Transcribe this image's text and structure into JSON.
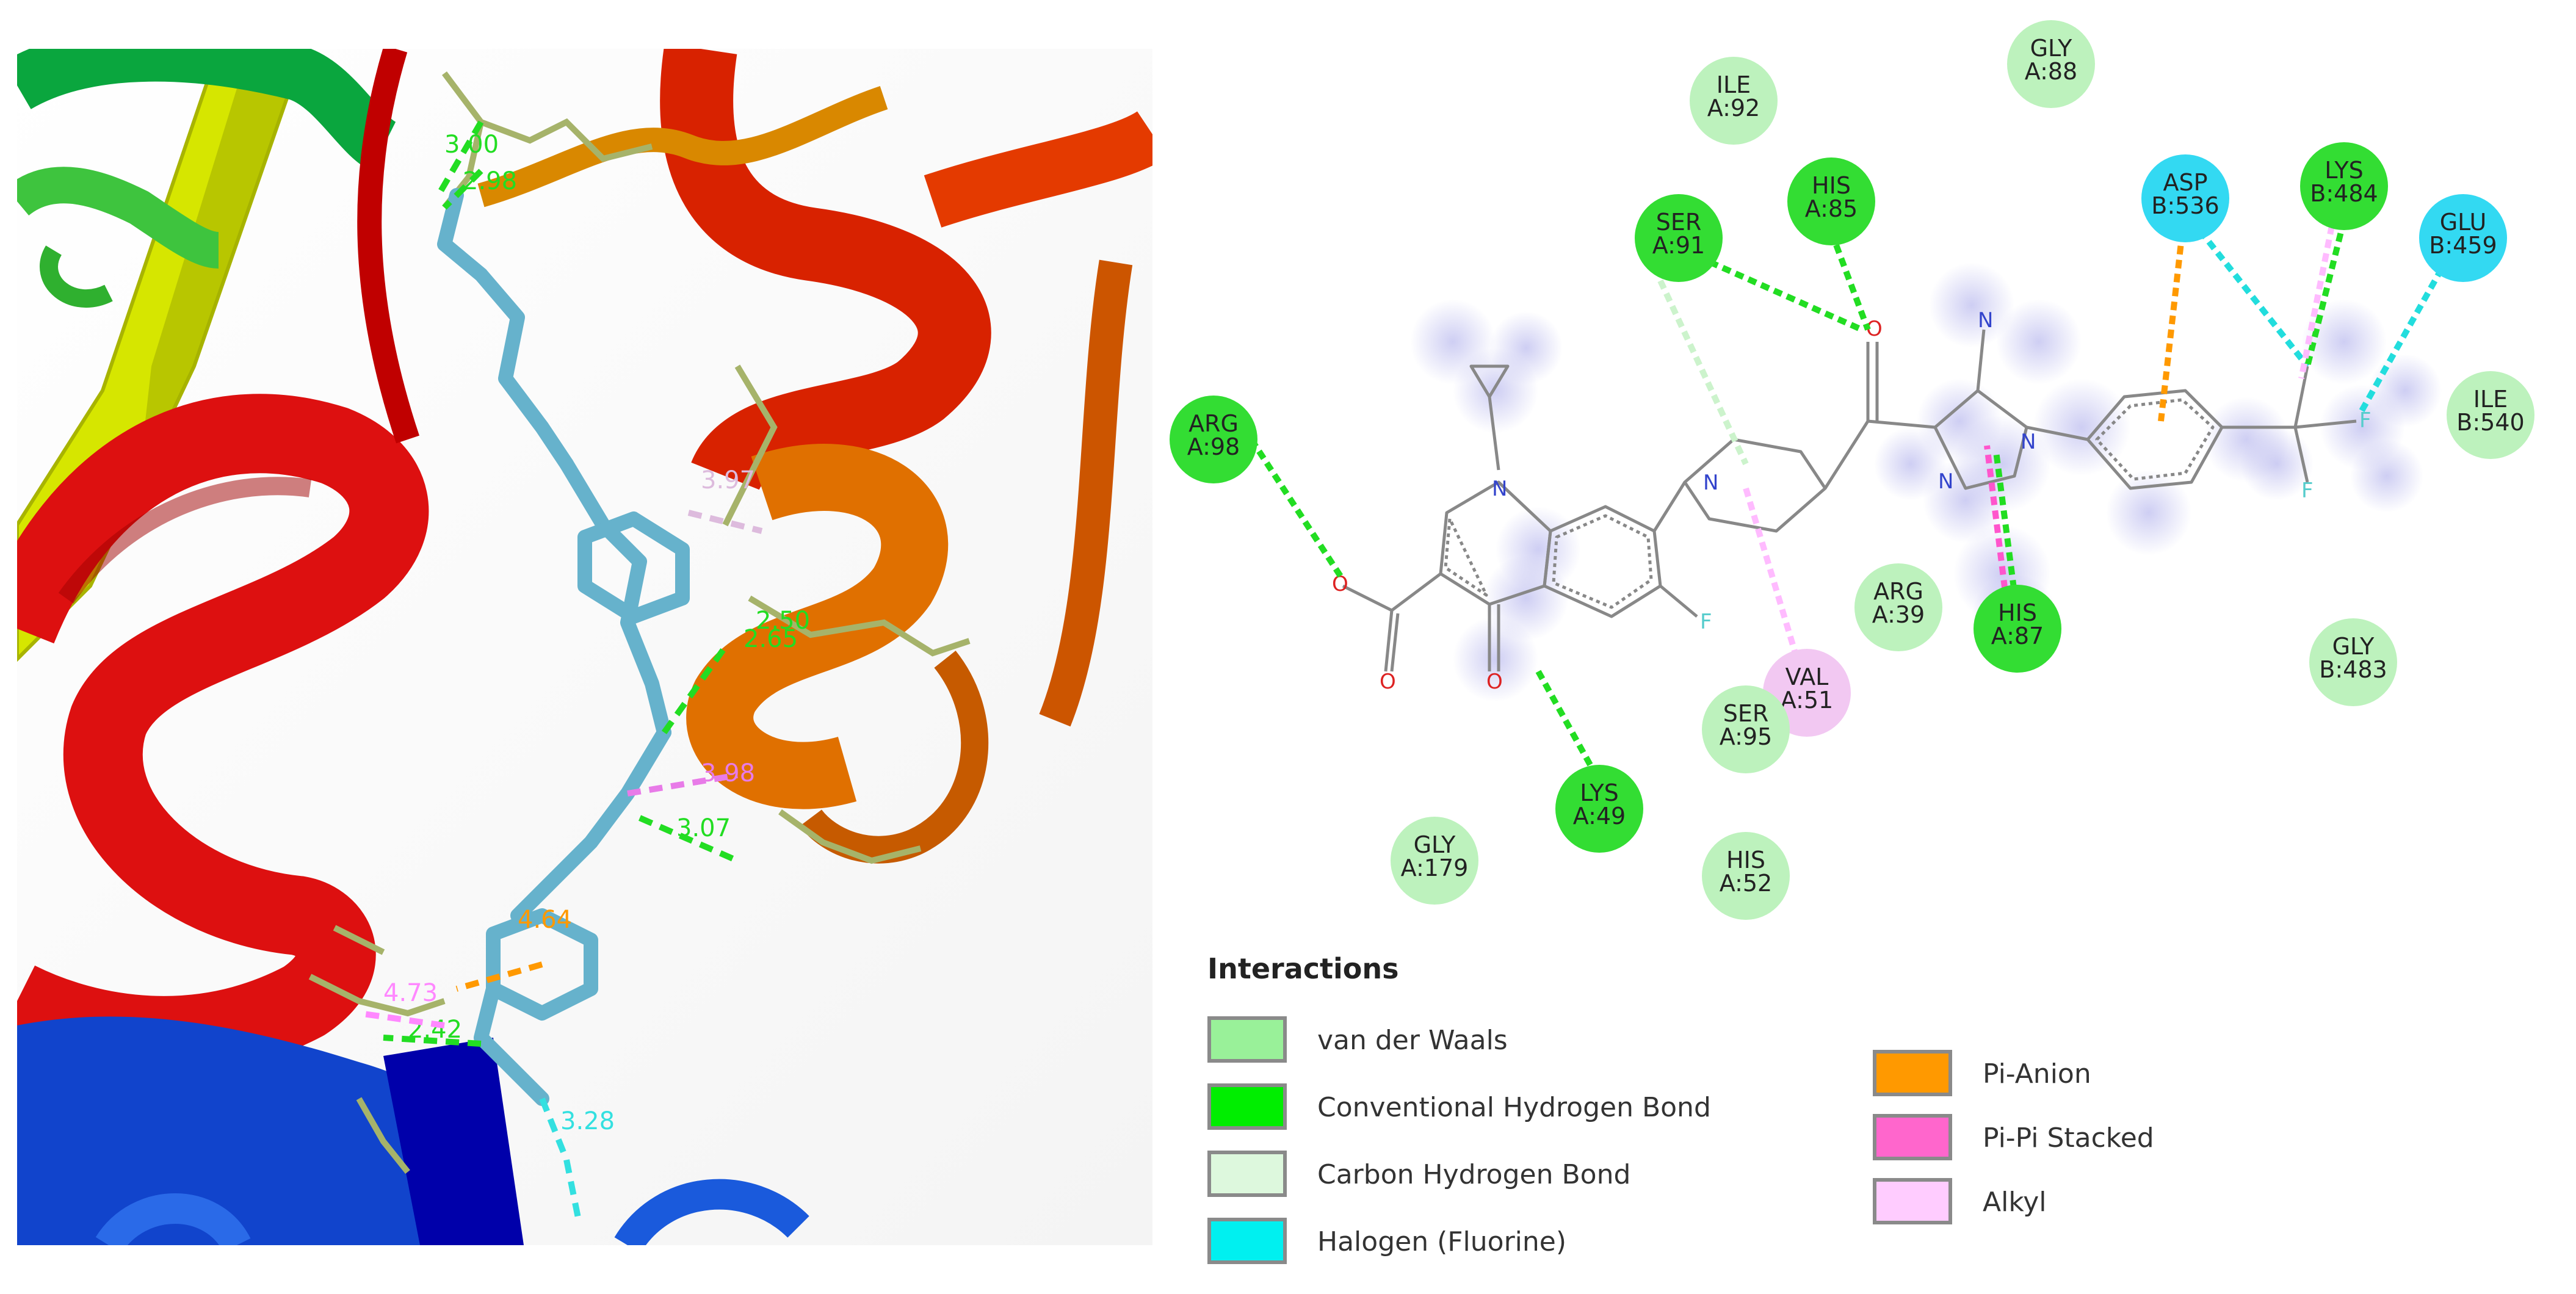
{
  "panel_3d": {
    "distance_labels": [
      {
        "text": "3.00",
        "color": "#22dd22"
      },
      {
        "text": "2.98",
        "color": "#22dd22"
      },
      {
        "text": "3.97",
        "color": "#ddbbdd"
      },
      {
        "text": "2.50",
        "color": "#22dd22"
      },
      {
        "text": "2.65",
        "color": "#22dd22"
      },
      {
        "text": "3.98",
        "color": "#e87be8"
      },
      {
        "text": "3.07",
        "color": "#22dd22"
      },
      {
        "text": "4.64",
        "color": "#ff9900"
      },
      {
        "text": "4.73",
        "color": "#ff88ff"
      },
      {
        "text": "2.42",
        "color": "#22dd22"
      },
      {
        "text": "3.28",
        "color": "#33e0e0"
      }
    ]
  },
  "diagram_2d": {
    "residues": [
      {
        "id": "ile-a92",
        "line1": "ILE",
        "line2": "A:92",
        "type": "van der Waals"
      },
      {
        "id": "gly-a88",
        "line1": "GLY",
        "line2": "A:88",
        "type": "van der Waals"
      },
      {
        "id": "his-a85",
        "line1": "HIS",
        "line2": "A:85",
        "type": "Conventional Hydrogen Bond"
      },
      {
        "id": "ser-a91",
        "line1": "SER",
        "line2": "A:91",
        "type": "Conventional Hydrogen Bond"
      },
      {
        "id": "asp-b536",
        "line1": "ASP",
        "line2": "B:536",
        "type": "Halogen (Fluorine)"
      },
      {
        "id": "lys-b484",
        "line1": "LYS",
        "line2": "B:484",
        "type": "Conventional Hydrogen Bond"
      },
      {
        "id": "glu-b459",
        "line1": "GLU",
        "line2": "B:459",
        "type": "Halogen (Fluorine)"
      },
      {
        "id": "arg-a98",
        "line1": "ARG",
        "line2": "A:98",
        "type": "Conventional Hydrogen Bond"
      },
      {
        "id": "ile-b540",
        "line1": "ILE",
        "line2": "B:540",
        "type": "van der Waals"
      },
      {
        "id": "arg-a39",
        "line1": "ARG",
        "line2": "A:39",
        "type": "van der Waals"
      },
      {
        "id": "his-a87",
        "line1": "HIS",
        "line2": "A:87",
        "type": "Conventional Hydrogen Bond"
      },
      {
        "id": "gly-b483",
        "line1": "GLY",
        "line2": "B:483",
        "type": "van der Waals"
      },
      {
        "id": "val-a51",
        "line1": "VAL",
        "line2": "A:51",
        "type": "Alkyl"
      },
      {
        "id": "ser-a95",
        "line1": "SER",
        "line2": "A:95",
        "type": "van der Waals"
      },
      {
        "id": "lys-a49",
        "line1": "LYS",
        "line2": "A:49",
        "type": "Conventional Hydrogen Bond"
      },
      {
        "id": "gly-a179",
        "line1": "GLY",
        "line2": "A:179",
        "type": "van der Waals"
      },
      {
        "id": "his-a52",
        "line1": "HIS",
        "line2": "A:52",
        "type": "van der Waals"
      }
    ],
    "atom_labels": {
      "n_quinolone": "N",
      "n_piperazine": "N",
      "n_pyrazole_1": "N",
      "n_pyrazole_2": "N",
      "n_amine": "N",
      "o_acid_1": "O",
      "o_acid_2": "O",
      "o_keto": "O",
      "o_amide": "O",
      "f_ring": "F",
      "f_cf3_1": "F",
      "f_cf3_2": "F"
    }
  },
  "legend": {
    "title": "Interactions",
    "items": [
      {
        "label": "van der Waals",
        "color": "#99f199"
      },
      {
        "label": "Conventional Hydrogen Bond",
        "color": "#00ee00"
      },
      {
        "label": "Carbon Hydrogen Bond",
        "color": "#ddf8dd"
      },
      {
        "label": "Halogen (Fluorine)",
        "color": "#00f0f0"
      },
      {
        "label": "Pi-Anion",
        "color": "#ff9900"
      },
      {
        "label": "Pi-Pi Stacked",
        "color": "#ff66cc"
      },
      {
        "label": "Alkyl",
        "color": "#ffccff"
      }
    ]
  },
  "colors": {
    "vdw": "#99f199",
    "hbond": "#22dd22",
    "halogen": "#22dddd",
    "pi_anion": "#ff9900",
    "alkyl": "#ffbbff",
    "pi_pi": "#ff55cc",
    "carbon_hbond": "#ccf3cc"
  }
}
